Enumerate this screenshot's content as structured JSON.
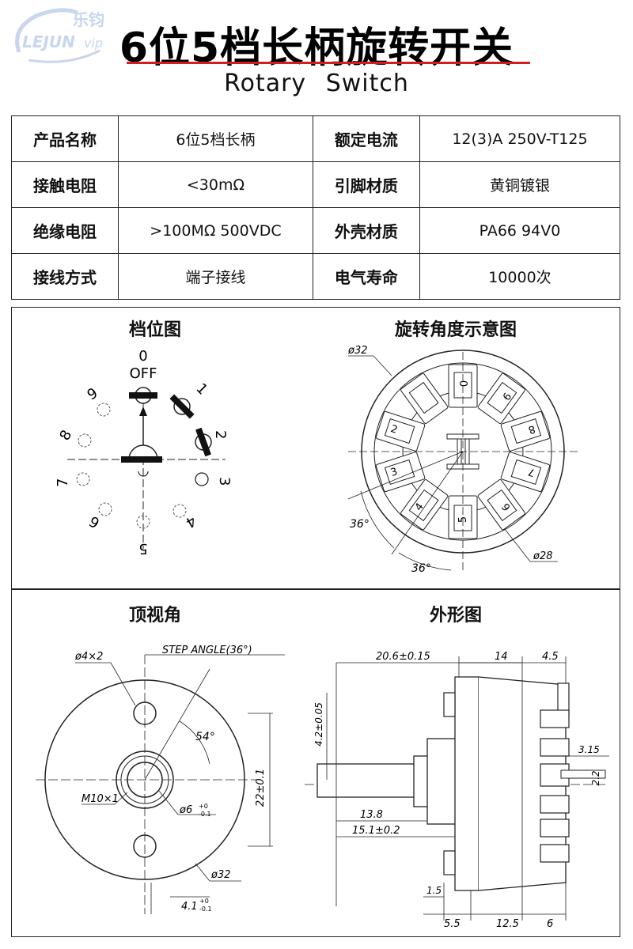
{
  "watermark": {
    "cn": "乐钧",
    "en": "LEJUN",
    "suffix": "vip"
  },
  "title": "6位5档长柄旋转开关",
  "subtitle": "Rotary   Switch",
  "specs": [
    {
      "k1": "产品名称",
      "v1": "6位5档长柄",
      "k2": "额定电流",
      "v2": "12(3)A  250V-T125"
    },
    {
      "k1": "接触电阻",
      "v1": "<30mΩ",
      "k2": "引脚材质",
      "v2": "黄铜镀银"
    },
    {
      "k1": "绝缘电阻",
      "v1": ">100MΩ 500VDC",
      "k2": "外壳材质",
      "v2": "PA66 94V0"
    },
    {
      "k1": "接线方式",
      "v1": "端子接线",
      "k2": "电气寿命",
      "v2": "10000次"
    }
  ],
  "positions": {
    "title": "档位图",
    "off_num": "0",
    "off_label": "OFF",
    "labels": [
      "1",
      "2",
      "3",
      "4",
      "5",
      "6",
      "7",
      "8",
      "9"
    ]
  },
  "angle_view": {
    "title": "旋转角度示意图",
    "dia_outer": "ø32",
    "dia_inner": "ø28",
    "angle1": "36°",
    "angle2": "36°",
    "slot_nums": [
      "0",
      "9",
      "8",
      "7",
      "6",
      "5",
      "4",
      "3",
      "2"
    ]
  },
  "top_view": {
    "title": "顶视角",
    "holes": "ø4×2",
    "step": "STEP  ANGLE(36°)",
    "angle": "54°",
    "height": "22±0.1",
    "thread": "M10×1",
    "shaft_dia": "ø6",
    "shaft_tol_u": "+0",
    "shaft_tol_l": "-0.1",
    "dia": "ø32",
    "flat": "4.1",
    "flat_tol_u": "+0",
    "flat_tol_l": "-0.1"
  },
  "side_view": {
    "title": "外形图",
    "d1": "20.6±0.15",
    "d2": "14",
    "d3": "4.5",
    "d4": "4.2±0.05",
    "d5": "3.15",
    "d6": "2.2",
    "d7": "13.8",
    "d8": "15.1±0.2",
    "d9": "1.5",
    "d10": "5.5",
    "d11": "12.5",
    "d12": "6"
  }
}
